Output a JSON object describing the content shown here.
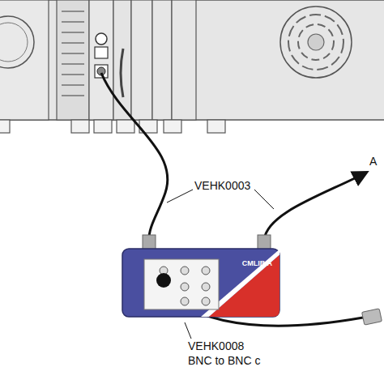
{
  "diagram": {
    "nodes": [
      {
        "text": [
          "CMLIB A"
        ]
      }
    ],
    "labels": [
      "VEHK0003",
      "A",
      "VEHK0008",
      "BNC to BNC c"
    ]
  }
}
